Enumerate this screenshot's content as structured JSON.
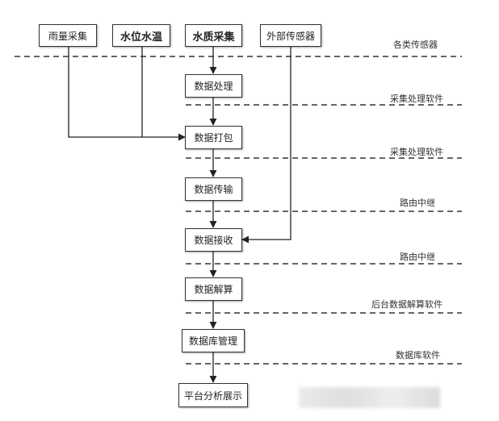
{
  "sensors": {
    "rain": "雨量采集",
    "water_level": "水位水温",
    "water_quality": "水质采集",
    "external": "外部传感器"
  },
  "steps": {
    "process": "数据处理",
    "pack": "数据打包",
    "transmit": "数据传输",
    "receive": "数据接收",
    "decode": "数据解算",
    "db_manage": "数据库管理",
    "platform": "平台分析展示"
  },
  "layers": {
    "sensors": "各类传感器",
    "collect_1": "采集处理软件",
    "collect_2": "采集处理软件",
    "relay_1": "路由中继",
    "relay_2": "路由中继",
    "backend": "后台数据解算软件",
    "database": "数据库软件"
  },
  "colors": {
    "line": "#222222",
    "dash": "#333333",
    "border": "#333333"
  }
}
